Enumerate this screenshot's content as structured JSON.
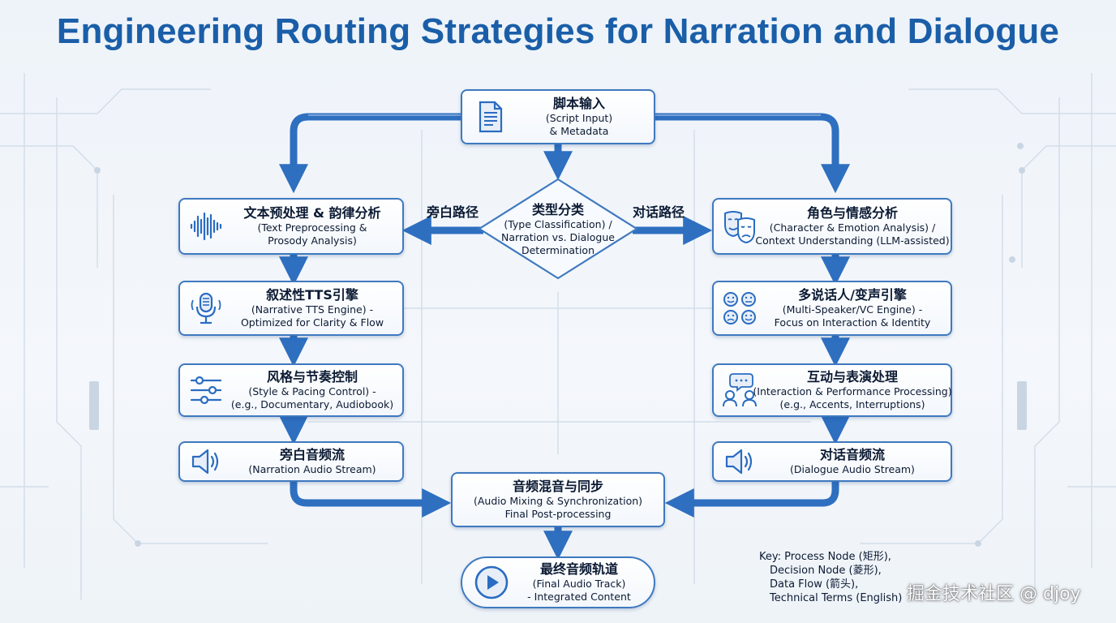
{
  "title": "Engineering Routing Strategies for Narration and Dialogue",
  "nodes": {
    "script_input": {
      "zh": "脚本输入",
      "en1": "(Script Input)",
      "en2": "& Metadata"
    },
    "type_classification": {
      "zh": "类型分类",
      "en1": "(Type Classification) /",
      "en2": "Narration vs. Dialogue",
      "en3": "Determination"
    },
    "text_preprocessing": {
      "zh": "文本预处理 & 韵律分析",
      "en1": "(Text Preprocessing &",
      "en2": "Prosody Analysis)"
    },
    "narrative_tts": {
      "zh": "叙述性TTS引擎",
      "en1": "(Narrative TTS Engine) -",
      "en2": "Optimized for Clarity & Flow"
    },
    "style_pacing": {
      "zh": "风格与节奏控制",
      "en1": "(Style & Pacing Control) -",
      "en2": "(e.g., Documentary, Audiobook)"
    },
    "narration_stream": {
      "zh": "旁白音频流",
      "en1": "(Narration Audio Stream)"
    },
    "character_emotion": {
      "zh": "角色与情感分析",
      "en1": "(Character & Emotion Analysis) /",
      "en2": "Context Understanding (LLM-assisted)"
    },
    "multi_speaker": {
      "zh": "多说话人/变声引擎",
      "en1": "(Multi-Speaker/VC Engine) -",
      "en2": "Focus on Interaction & Identity"
    },
    "interaction": {
      "zh": "互动与表演处理",
      "en1": "(Interaction & Performance Processing)",
      "en2": "(e.g., Accents, Interruptions)"
    },
    "dialogue_stream": {
      "zh": "对话音频流",
      "en1": "(Dialogue Audio Stream)"
    },
    "mixing": {
      "zh": "音频混音与同步",
      "en1": "(Audio Mixing & Synchronization)",
      "en2": "Final Post-processing"
    },
    "final_track": {
      "zh": "最终音频轨道",
      "en1": "(Final Audio Track)",
      "en2": "- Integrated Content"
    }
  },
  "edge_labels": {
    "narration_path": "旁白路径",
    "dialogue_path": "对话路径"
  },
  "key": {
    "line1": "Key: Process Node (矩形),",
    "line2": "Decision Node (菱形),",
    "line3": "Data Flow (箭头),",
    "line4": "Technical Terms (English)"
  },
  "watermark": "掘金技术社区 @ djoy",
  "colors": {
    "title": "#1a5ea8",
    "border": "#3f79bf",
    "arrow": "#2e6fc0",
    "icon": "#2a6cc2"
  }
}
